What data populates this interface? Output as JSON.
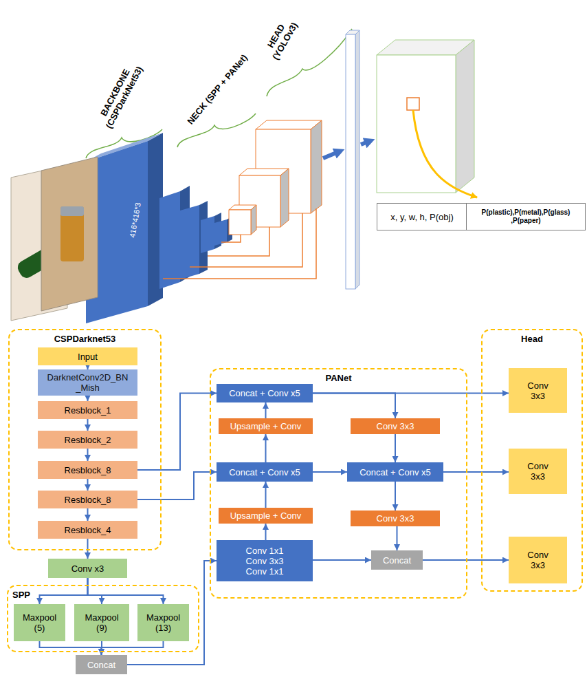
{
  "diagram": {
    "nodes": [
      {
        "text": [
          "x, y, w, h, P(obj)"
        ]
      },
      {
        "text": [
          "P(plastic),P(metal),P(glass) ,P(paper)"
        ]
      },
      {
        "text": [
          "CSPDarknet53"
        ]
      },
      {
        "text": [
          "Input"
        ],
        "in": 2
      },
      {
        "text": [
          "DarknetConv2D_BN _Mish"
        ],
        "in": 2
      },
      {
        "text": [
          "Resblock_1"
        ],
        "in": 2
      },
      {
        "text": [
          "Resblock_2"
        ],
        "in": 2
      },
      {
        "text": [
          "Resblock_8"
        ],
        "in": 2
      },
      {
        "text": [
          "Resblock_8"
        ],
        "in": 2
      },
      {
        "text": [
          "Resblock_4"
        ],
        "in": 2
      },
      {
        "text": [
          "Conv x3"
        ]
      },
      {
        "text": [
          "SPP"
        ]
      },
      {
        "text": [
          "Maxpool (5)"
        ],
        "in": 11
      },
      {
        "text": [
          "Maxpool (9)"
        ],
        "in": 11
      },
      {
        "text": [
          "Maxpool (13)"
        ],
        "in": 11
      },
      {
        "text": [
          "Concat"
        ]
      },
      {
        "text": [
          "PANet"
        ]
      },
      {
        "text": [
          "Concat + Conv x5"
        ],
        "in": 16
      },
      {
        "text": [
          "Upsample + Conv"
        ],
        "in": 16
      },
      {
        "text": [
          "Concat + Conv x5"
        ],
        "in": 16
      },
      {
        "text": [
          "Upsample + Conv"
        ],
        "in": 16
      },
      {
        "text": [
          "Conv 1x1",
          "Conv 3x3",
          "Conv 1x1"
        ],
        "in": 16
      },
      {
        "text": [
          "Conv 3x3"
        ],
        "in": 16
      },
      {
        "text": [
          "Concat + Conv x5"
        ],
        "in": 16
      },
      {
        "text": [
          "Conv 3x3"
        ],
        "in": 16
      },
      {
        "text": [
          "Concat"
        ],
        "in": 16
      },
      {
        "text": [
          "Head"
        ]
      },
      {
        "text": [
          "Conv 3x3"
        ],
        "in": 26
      },
      {
        "text": [
          "Conv 3x3"
        ],
        "in": 26
      },
      {
        "text": [
          "Conv 3x3"
        ],
        "in": 26
      }
    ],
    "edges": [
      {
        "from": 3,
        "to": 4,
        "arrow": "to"
      },
      {
        "from": 4,
        "to": 5,
        "arrow": "to"
      },
      {
        "from": 5,
        "to": 6,
        "arrow": "to"
      },
      {
        "from": 6,
        "to": 7,
        "arrow": "to"
      },
      {
        "from": 7,
        "to": 8,
        "arrow": "to"
      },
      {
        "from": 8,
        "to": 9,
        "arrow": "to"
      },
      {
        "from": 9,
        "to": 10,
        "arrow": "to"
      },
      {
        "from": 10,
        "to": 12,
        "arrow": "to"
      },
      {
        "from": 10,
        "to": 13,
        "arrow": "to"
      },
      {
        "from": 10,
        "to": 14,
        "arrow": "to"
      },
      {
        "from": 12,
        "to": 15,
        "arrow": "to"
      },
      {
        "from": 13,
        "to": 15,
        "arrow": "to"
      },
      {
        "from": 14,
        "to": 15,
        "arrow": "to"
      },
      {
        "from": 15,
        "to": 21,
        "arrow": "to"
      },
      {
        "from": 7,
        "to": 17,
        "arrow": "to"
      },
      {
        "from": 8,
        "to": 19,
        "arrow": "to"
      },
      {
        "from": 21,
        "to": 20,
        "arrow": "to"
      },
      {
        "from": 20,
        "to": 19,
        "arrow": "to"
      },
      {
        "from": 19,
        "to": 18,
        "arrow": "to"
      },
      {
        "from": 18,
        "to": 17,
        "arrow": "to"
      },
      {
        "from": 17,
        "to": 27,
        "arrow": "to"
      },
      {
        "from": 17,
        "to": 22,
        "arrow": "to"
      },
      {
        "from": 22,
        "to": 23,
        "arrow": "to"
      },
      {
        "from": 19,
        "to": 23,
        "arrow": "to"
      },
      {
        "from": 23,
        "to": 28,
        "arrow": "to"
      },
      {
        "from": 23,
        "to": 24,
        "arrow": "to"
      },
      {
        "from": 24,
        "to": 25,
        "arrow": "to"
      },
      {
        "from": 21,
        "to": 25,
        "arrow": "to"
      },
      {
        "from": 25,
        "to": 29,
        "arrow": "to"
      }
    ],
    "labels": [
      "BACKBONE (CSPDarkNet53)",
      "NECK (SPP + PANet)",
      "HEAD (YOLOv3)",
      "416*416*3"
    ]
  }
}
